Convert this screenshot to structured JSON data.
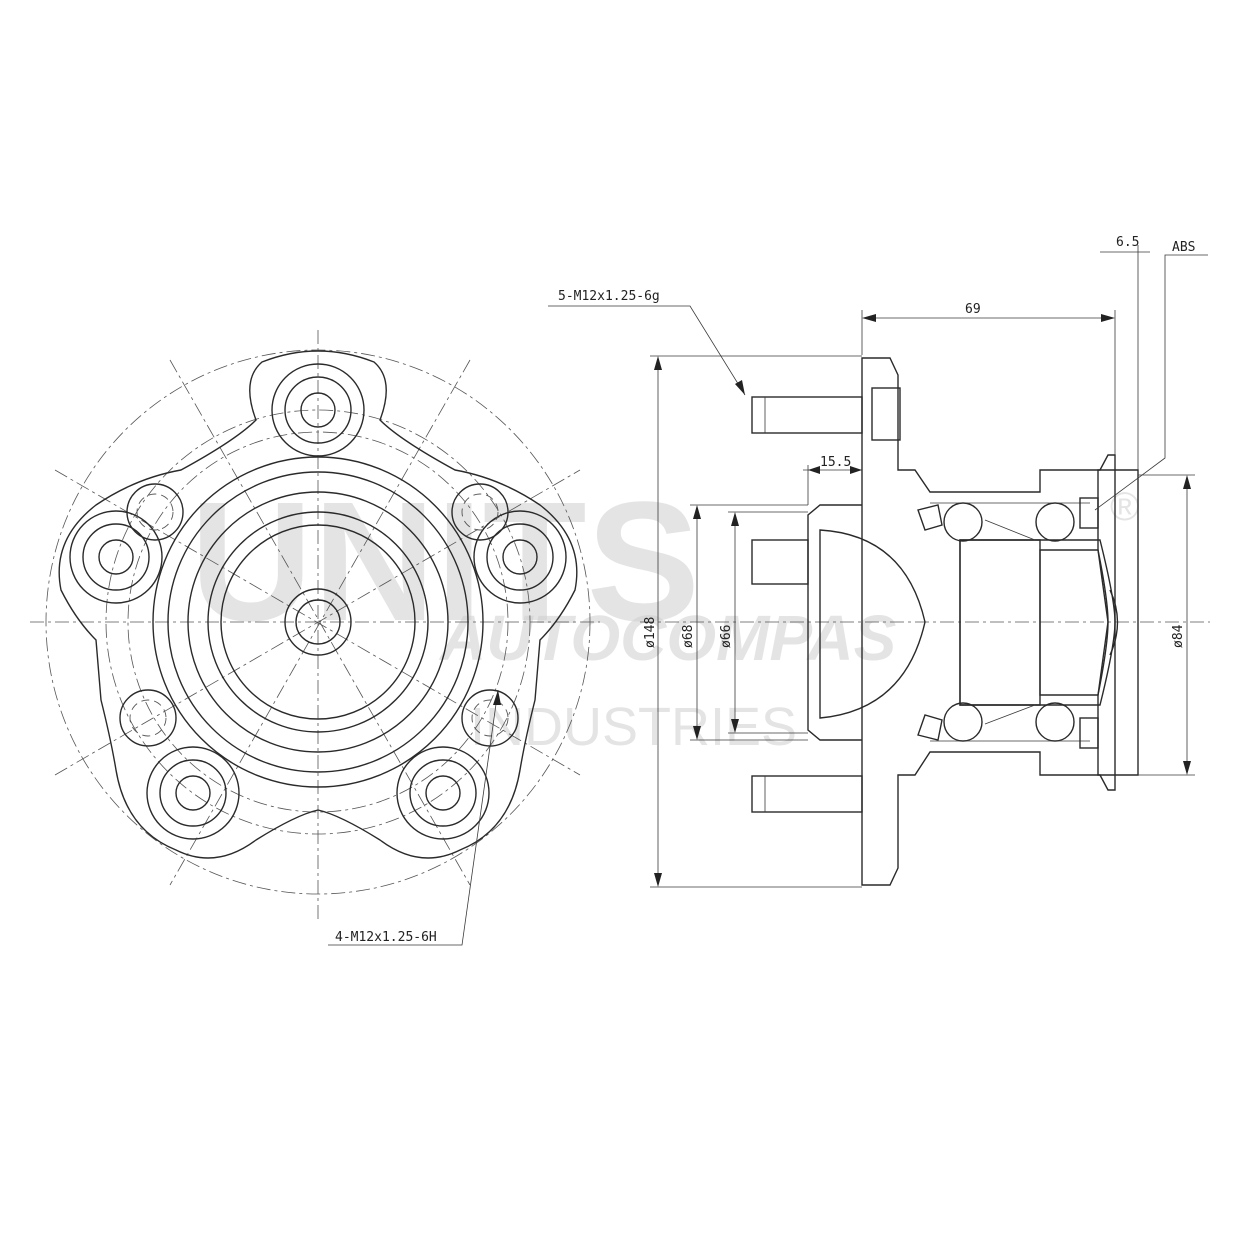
{
  "labels": {
    "stud_thread": "5-M12x1.25-6g",
    "hole_thread": "4-M12x1.25-6H",
    "width": "69",
    "offset": "6.5",
    "abs": "ABS",
    "flange_depth": "15.5",
    "dia_flange": "ø148",
    "dia_pilot": "ø68",
    "dia_bore": "ø66",
    "dia_body": "ø84"
  },
  "watermark": {
    "brand": "AUTOCOMPAS",
    "tagline": "INDUSTRIES",
    "registered": "®"
  },
  "style": {
    "line_color": "#2a2a2a",
    "watermark_color": "#cfcfcf"
  }
}
